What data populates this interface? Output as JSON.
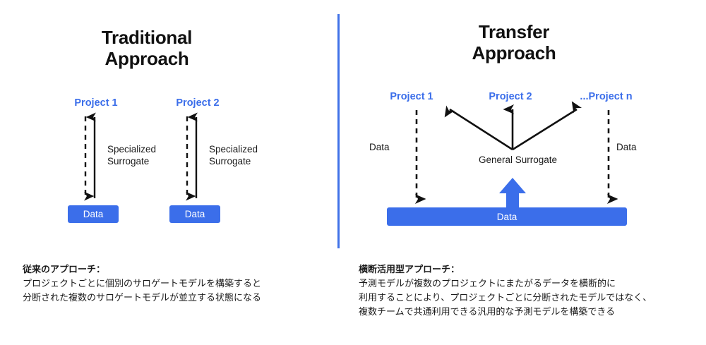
{
  "divider_color": "#4072e8",
  "accent_blue": "#3b6eea",
  "left_panel": {
    "title": "Traditional\nApproach",
    "projects": [
      {
        "label": "Project 1"
      },
      {
        "label": "Project 2"
      }
    ],
    "surrogate_labels": [
      "Specialized\nSurrogate",
      "Specialized\nSurrogate"
    ],
    "data_boxes": [
      {
        "label": "Data"
      },
      {
        "label": "Data"
      }
    ]
  },
  "right_panel": {
    "title": "Transfer\nApproach",
    "projects": [
      {
        "label": "Project 1"
      },
      {
        "label": "Project 2"
      },
      {
        "label": "...Project n"
      }
    ],
    "surrogate_label": "General Surrogate",
    "data_side_labels": [
      "Data",
      "Data"
    ],
    "data_bar": {
      "label": "Data"
    }
  },
  "captions": {
    "left": {
      "title": "従来のアプローチ：",
      "body": "プロジェクトごとに個別のサロゲートモデルを構築すると\n分断された複数のサロゲートモデルが並立する状態になる"
    },
    "right": {
      "title": "横断活用型アプローチ：",
      "body": "予測モデルが複数のプロジェクトにまたがるデータを横断的に\n利用することにより、プロジェクトごとに分断されたモデルではなく、\n複数チームで共通利用できる汎用的な予測モデルを構築できる"
    }
  }
}
